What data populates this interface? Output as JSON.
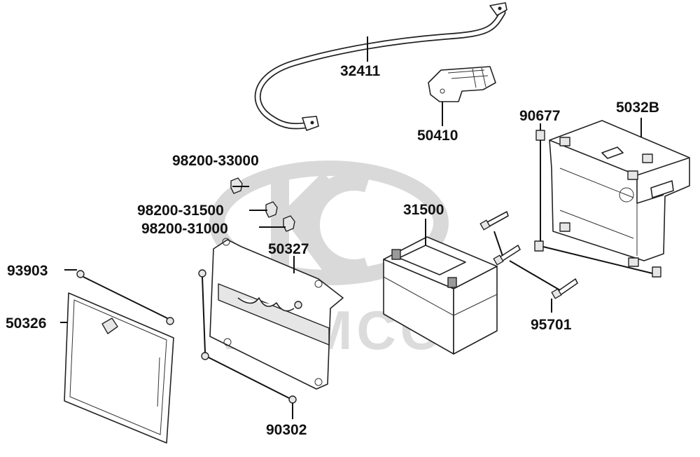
{
  "watermark": {
    "brand": "KYMCO"
  },
  "callouts": [
    {
      "id": "c-32411",
      "part_no": "32411",
      "part": "battery-cable"
    },
    {
      "id": "c-50410",
      "part_no": "50410",
      "part": "terminal-cover-bracket"
    },
    {
      "id": "c-5032B",
      "part_no": "5032B",
      "part": "battery-box"
    },
    {
      "id": "c-90677",
      "part_no": "90677",
      "part": "nut-clip"
    },
    {
      "id": "c-98200-33000",
      "part_no": "98200-33000",
      "part": "fuse"
    },
    {
      "id": "c-98200-31500",
      "part_no": "98200-31500",
      "part": "fuse"
    },
    {
      "id": "c-98200-31000",
      "part_no": "98200-31000",
      "part": "fuse"
    },
    {
      "id": "c-31500",
      "part_no": "31500",
      "part": "battery"
    },
    {
      "id": "c-50327",
      "part_no": "50327",
      "part": "fuse-bracket-plate"
    },
    {
      "id": "c-93903",
      "part_no": "93903",
      "part": "screw"
    },
    {
      "id": "c-50326",
      "part_no": "50326",
      "part": "battery-cover"
    },
    {
      "id": "c-95701",
      "part_no": "95701",
      "part": "bolt"
    },
    {
      "id": "c-90302",
      "part_no": "90302",
      "part": "screw"
    }
  ]
}
